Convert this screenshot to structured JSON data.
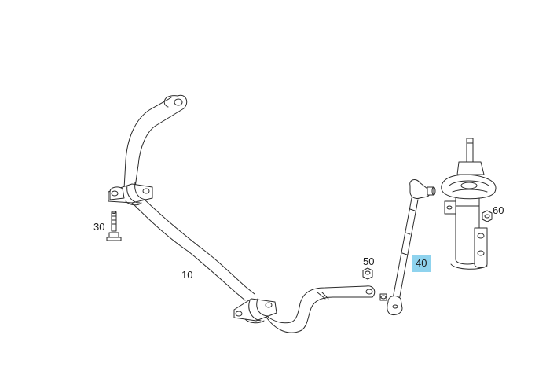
{
  "diagram": {
    "highlight_color": "#8fd3ee",
    "line_color": "#2b2b2b",
    "fill_color": "#ffffff",
    "callouts": {
      "stabilizer_bar": "10",
      "bolt": "30",
      "link_rod": "40",
      "nut_lower": "50",
      "nut_upper": "60"
    },
    "highlighted": "40"
  }
}
